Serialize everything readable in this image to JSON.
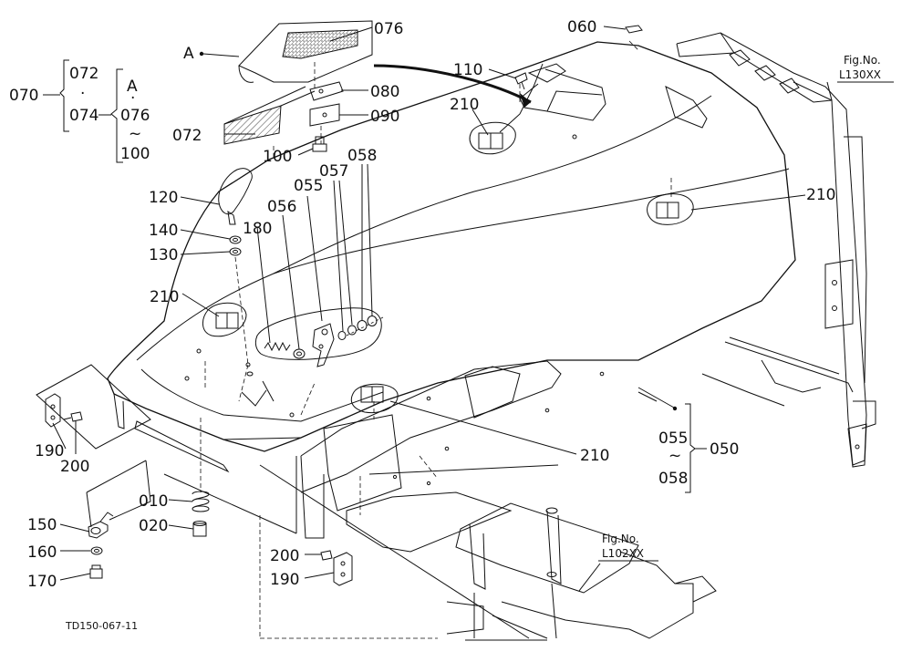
{
  "diagram": {
    "drawing_number": "TD150-067-11",
    "callouts": [
      {
        "id": "076",
        "text": "076"
      },
      {
        "id": "060",
        "text": "060"
      },
      {
        "id": "110",
        "text": "110"
      },
      {
        "id": "080",
        "text": "080"
      },
      {
        "id": "090",
        "text": "090"
      },
      {
        "id": "072b",
        "text": "072"
      },
      {
        "id": "100",
        "text": "100"
      },
      {
        "id": "210a",
        "text": "210"
      },
      {
        "id": "210b",
        "text": "210"
      },
      {
        "id": "210c",
        "text": "210"
      },
      {
        "id": "210d",
        "text": "210"
      },
      {
        "id": "120",
        "text": "120"
      },
      {
        "id": "140",
        "text": "140"
      },
      {
        "id": "130",
        "text": "130"
      },
      {
        "id": "180",
        "text": "180"
      },
      {
        "id": "056",
        "text": "056"
      },
      {
        "id": "055",
        "text": "055"
      },
      {
        "id": "057",
        "text": "057"
      },
      {
        "id": "058",
        "text": "058"
      },
      {
        "id": "190a",
        "text": "190"
      },
      {
        "id": "200a",
        "text": "200"
      },
      {
        "id": "150",
        "text": "150"
      },
      {
        "id": "160",
        "text": "160"
      },
      {
        "id": "170",
        "text": "170"
      },
      {
        "id": "010",
        "text": "010"
      },
      {
        "id": "020",
        "text": "020"
      },
      {
        "id": "200b",
        "text": "200"
      },
      {
        "id": "190b",
        "text": "190"
      }
    ],
    "view_marker": "A",
    "group_070": {
      "assembly": "070",
      "range_start": "072",
      "range_end": "074",
      "view": "A",
      "sub_start": "076",
      "sub_end": "100",
      "dot": "·",
      "tilde": "~"
    },
    "group_050": {
      "assembly": "050",
      "range_start": "055",
      "range_end": "058",
      "tilde": "~"
    },
    "fig_refs": [
      {
        "label": "Fig.No.",
        "number": "L130XX"
      },
      {
        "label": "Fig.No.",
        "number": "L102XX"
      }
    ]
  }
}
